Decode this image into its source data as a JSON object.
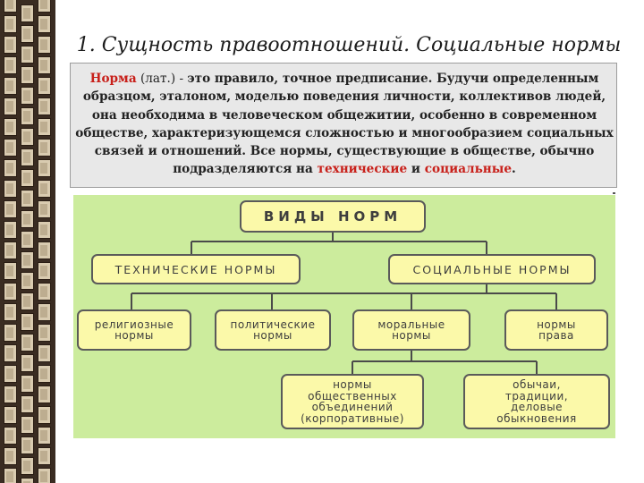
{
  "slide": {
    "title": "1. Сущность правоотношений. Социальные нормы",
    "definition": {
      "term": "Норма",
      "part1": " (лат.) - ",
      "part2": "это правило, точное предписание. Будучи определенным образцом, эталоном, моделью поведения личности, коллективов людей, она необходима в человеческом общежитии, особенно в современном обществе, характеризующемся сложностью и многообразием социальных связей и отношений. Все нормы, существующие в обществе, обычно подразделяются на ",
      "technical": "технические",
      "conj": " и ",
      "social": "социальные",
      "end": "."
    }
  },
  "diagram": {
    "root": "ВИДЫ НОРМ",
    "technical": "ТЕХНИЧЕСКИЕ НОРМЫ",
    "social": "СОЦИАЛЬНЫЕ НОРМЫ",
    "religious": "религиозные нормы",
    "political": "политические нормы",
    "moral": "моральные нормы",
    "law": "нормы права",
    "corporate": "нормы общественных объединений (корпоративные)",
    "customs": "обычаи, традиции, деловые обыкновения"
  },
  "colors": {
    "rail_dark": "#3a2c22",
    "rail_light": "#d9cbb0",
    "diagram_bg": "#ccec9d",
    "node_fill": "#fbf9a9",
    "node_border": "#5a5a5a",
    "term_red": "#c8201a"
  }
}
